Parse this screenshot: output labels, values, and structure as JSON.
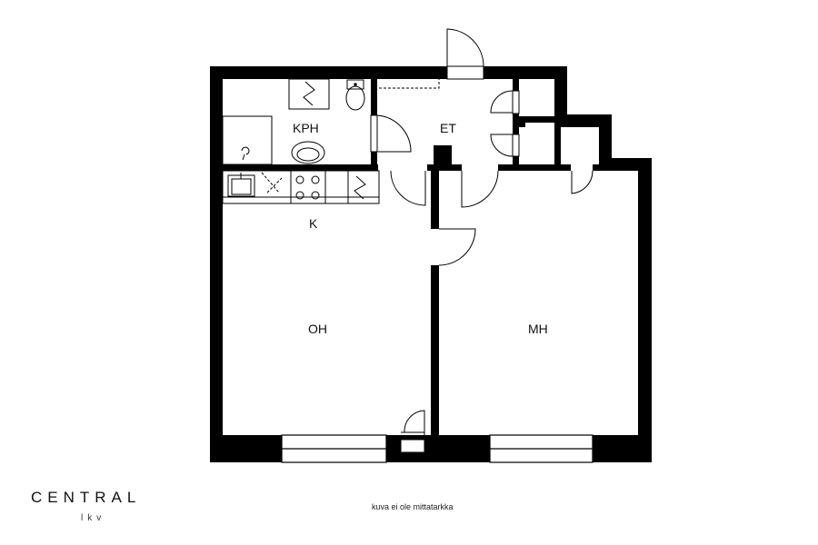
{
  "rooms": {
    "kph": "KPH",
    "et": "ET",
    "k": "K",
    "oh": "OH",
    "mh": "MH"
  },
  "brand": {
    "name": "CENTRAL",
    "sub": "lkv"
  },
  "note": "kuva ei ole mittatarkka",
  "colors": {
    "wall": "#000000",
    "background": "#ffffff",
    "line": "#222222"
  }
}
